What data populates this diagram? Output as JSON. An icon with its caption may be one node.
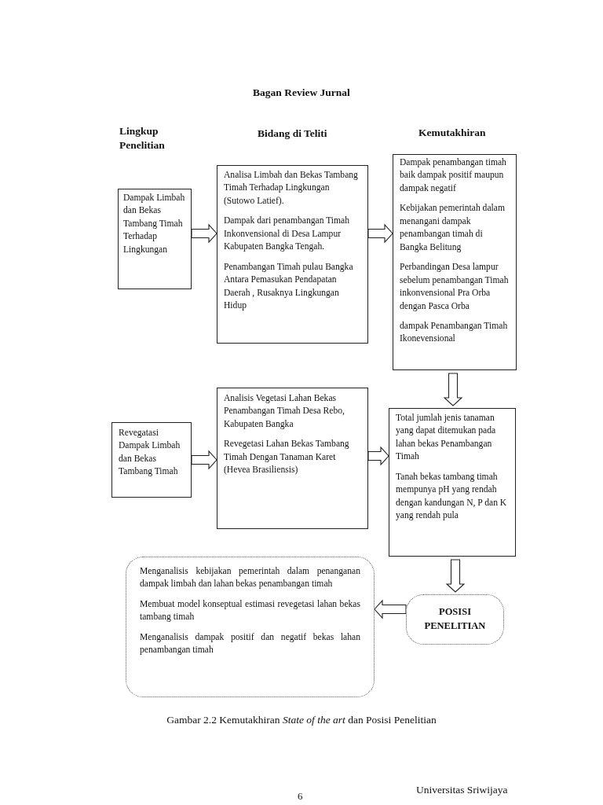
{
  "diagram": {
    "title": "Bagan Review Jurnal",
    "caption": "Gambar 2.2 Kemutakhiran *State of the art* dan Posisi Penelitian",
    "nodes": [
      {
        "text": [
          "Dampak Limbah dan Bekas Tambang Timah Terhadap Lingkungan"
        ]
      },
      {
        "text": [
          "Analisa Limbah dan Bekas Tambang Timah Terhadap Lingkungan (Sutowo Latief).",
          "Dampak dari penambangan Timah Inkonvensional di Desa Lampur Kabupaten Bangka Tengah.",
          "Penambangan Timah  pulau Bangka Antara Pemasukan Pendapatan Daerah , Rusaknya Lingkungan Hidup"
        ]
      },
      {
        "text": [
          "Dampak penambangan timah baik dampak positif maupun dampak negatif",
          "Kebijakan pemerintah dalam menangani dampak penambangan timah di Bangka Belitung",
          "Perbandingan Desa lampur sebelum penambangan Timah inkonvensional Pra Orba dengan Pasca Orba",
          "dampak Penambangan Timah Ikonevensional"
        ]
      },
      {
        "text": [
          "Revegatasi Dampak Limbah dan Bekas Tambang Timah"
        ]
      },
      {
        "text": [
          "Analisis Vegetasi Lahan Bekas Penambangan Timah Desa Rebo, Kabupaten Bangka",
          "Revegetasi Lahan Bekas Tambang Timah Dengan Tanaman Karet (Hevea Brasiliensis)"
        ]
      },
      {
        "text": [
          "Total jumlah jenis tanaman yang dapat ditemukan pada lahan bekas Penambangan Timah",
          "Tanah bekas tambang timah mempunya pH yang rendah dengan kandungan N, P dan K yang rendah pula"
        ]
      },
      {
        "text": [
          "POSISI PENELITIAN"
        ]
      },
      {
        "text": [
          "Menganalisis kebijakan pemerintah dalam penanganan dampak limbah dan lahan bekas penambangan timah",
          "Membuat model  konseptual  estimasi revegetasi lahan bekas tambang timah",
          "Menganalisis dampak positif dan negatif bekas lahan penambangan timah"
        ]
      }
    ],
    "edges": [
      {
        "from": 0,
        "to": 1,
        "arrow": "to"
      },
      {
        "from": 1,
        "to": 2,
        "arrow": "to"
      },
      {
        "from": 2,
        "to": 5,
        "arrow": "to"
      },
      {
        "from": 3,
        "to": 4,
        "arrow": "to"
      },
      {
        "from": 4,
        "to": 5,
        "arrow": "to"
      },
      {
        "from": 5,
        "to": 6,
        "arrow": "to"
      },
      {
        "from": 6,
        "to": 7,
        "arrow": "to"
      }
    ],
    "labels": [
      "Lingkup Penelitian",
      "Bidang di Teliti",
      "Kemutakhiran",
      "6",
      "Universitas Sriwijaya"
    ]
  }
}
